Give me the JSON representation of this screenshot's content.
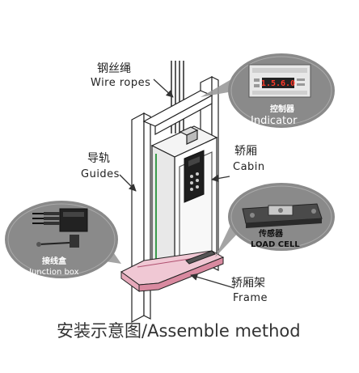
{
  "labels": {
    "wire_ropes_zh": "钢丝绳",
    "wire_ropes_en": "Wire ropes",
    "guides_zh": "导轨",
    "guides_en": "Guides",
    "cabin_zh": "轿厢",
    "cabin_en": "Cabin",
    "frame_zh": "轿厢架",
    "frame_en": "Frame",
    "indicator_zh": "控制器",
    "indicator_en": "Indicator",
    "load_cell_zh": "传感器",
    "load_cell_en": "LOAD CELL",
    "junction_box_zh": "接线盒",
    "junction_box_en": "Junction box"
  },
  "indicator_display": "1.5.6.0",
  "footer": "安装示意图/Assemble method",
  "colors": {
    "callout_gray": "#8a8a8a",
    "frame_pink": "#d98aa0",
    "cable_green": "#3a9a4a"
  }
}
